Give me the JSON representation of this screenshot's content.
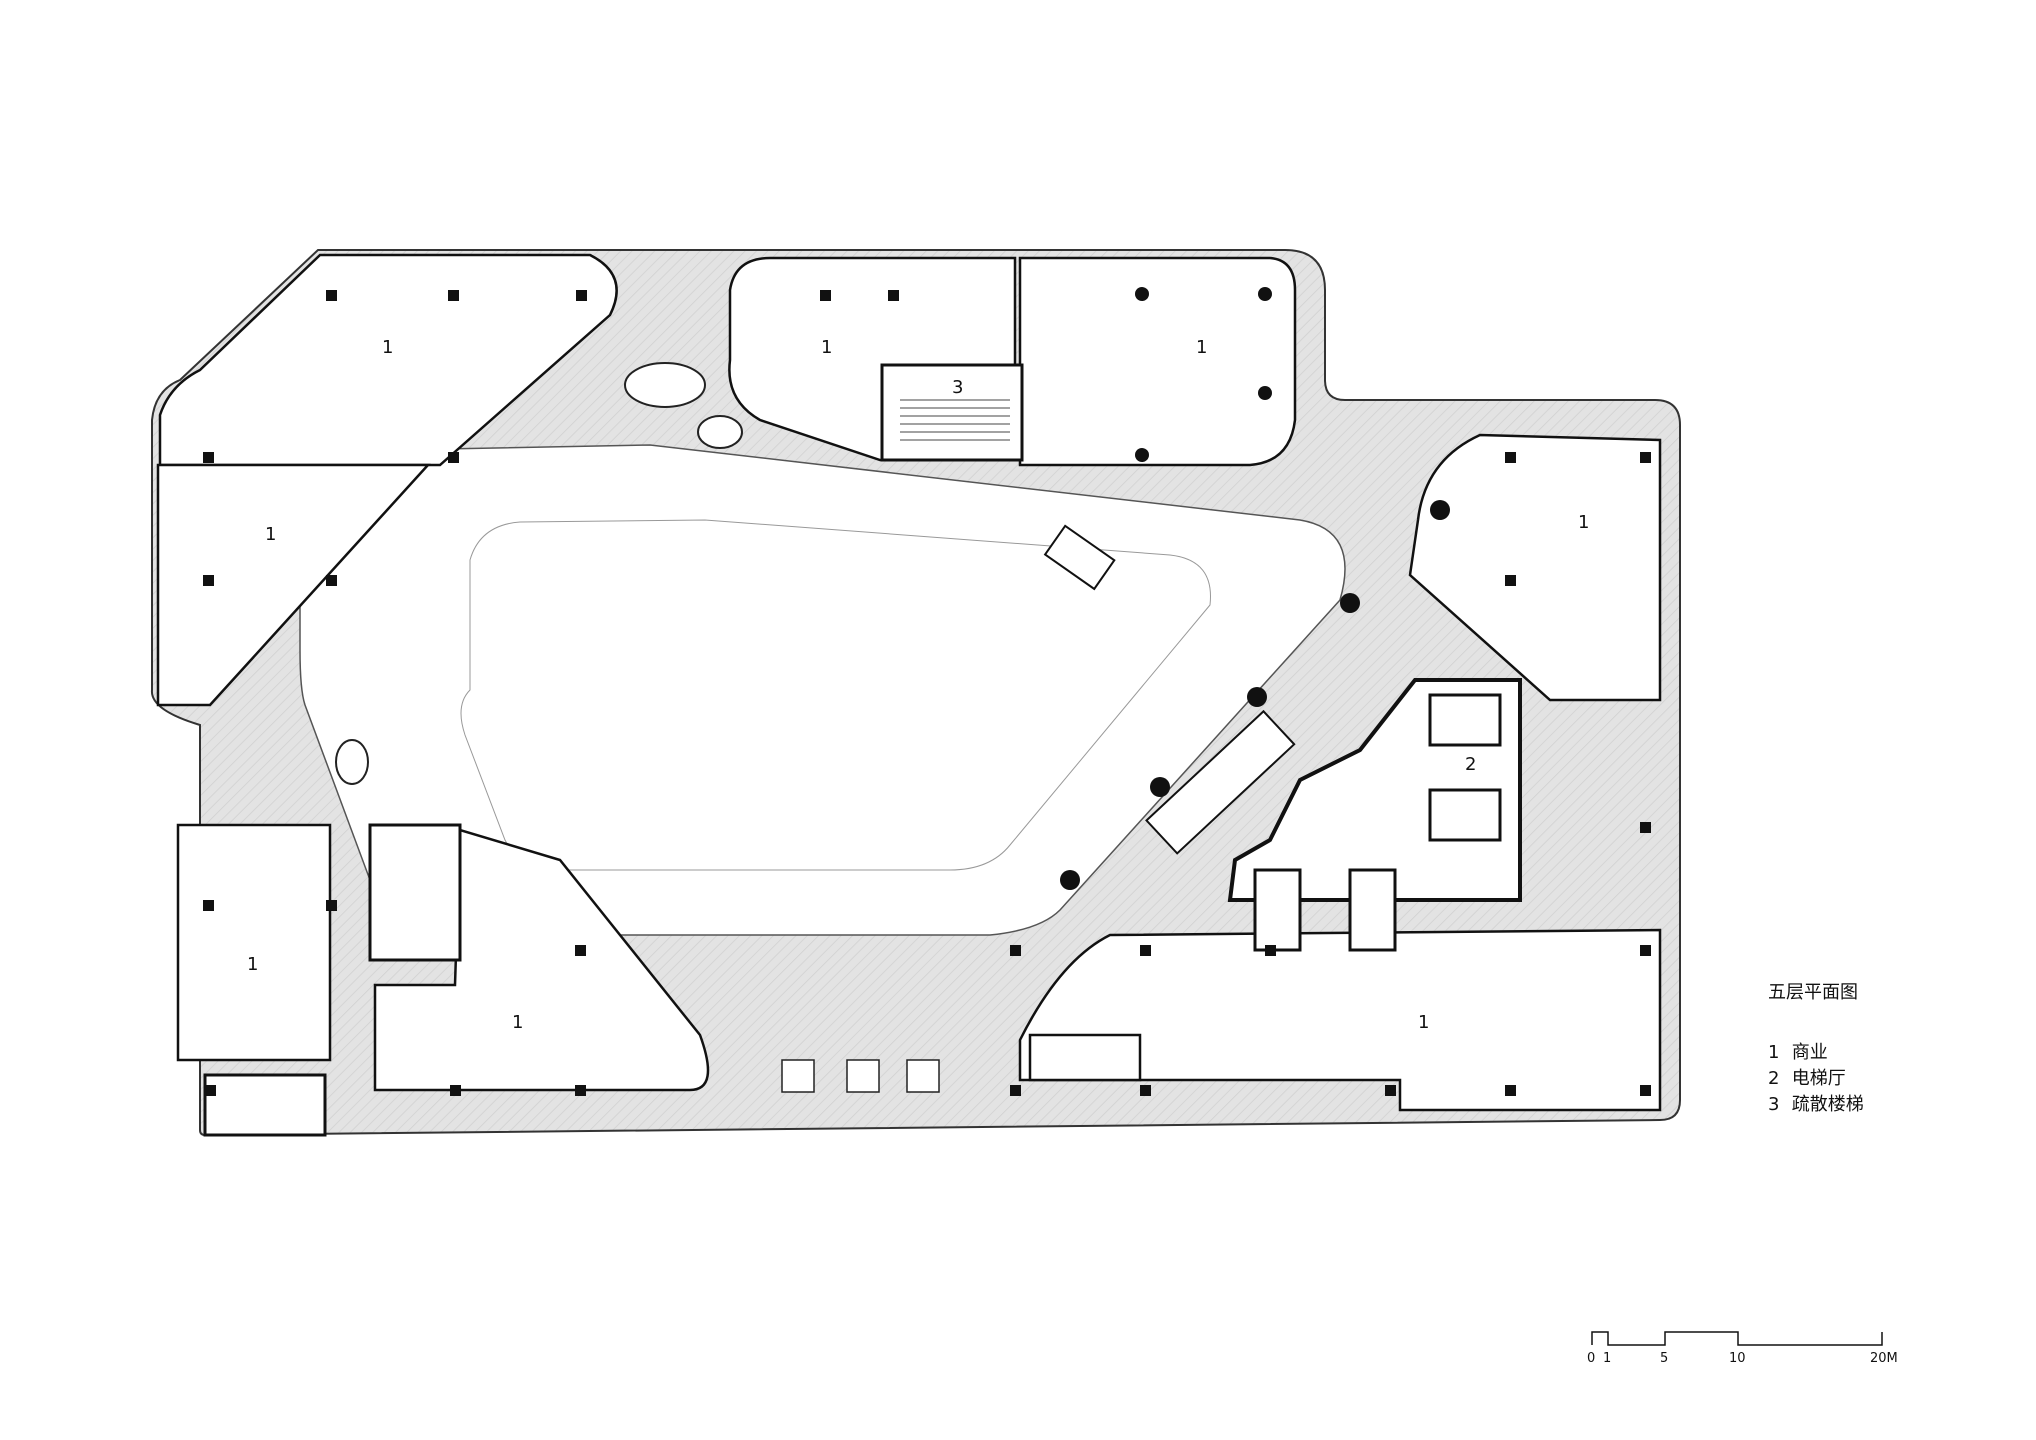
{
  "drawing": {
    "title": "五层平面图",
    "legend": [
      {
        "num": "1",
        "label": "商业"
      },
      {
        "num": "2",
        "label": "电梯厅"
      },
      {
        "num": "3",
        "label": "疏散楼梯"
      }
    ],
    "rooms": [
      {
        "id": "nw-shop",
        "num": "1"
      },
      {
        "id": "n-shop-a",
        "num": "1"
      },
      {
        "id": "n-stair",
        "num": "3"
      },
      {
        "id": "n-shop-b",
        "num": "1"
      },
      {
        "id": "w-shop",
        "num": "1"
      },
      {
        "id": "e-shop",
        "num": "1"
      },
      {
        "id": "lift-lobby",
        "num": "2"
      },
      {
        "id": "sw-shop",
        "num": "1"
      },
      {
        "id": "s-shop",
        "num": "1"
      },
      {
        "id": "se-shop",
        "num": "1"
      }
    ],
    "scale_bar": {
      "labels": [
        "0",
        "1",
        "5",
        "10",
        "20M"
      ]
    }
  },
  "colors": {
    "circulation": "#e3e3e3",
    "line": "#111111",
    "background": "#ffffff"
  }
}
